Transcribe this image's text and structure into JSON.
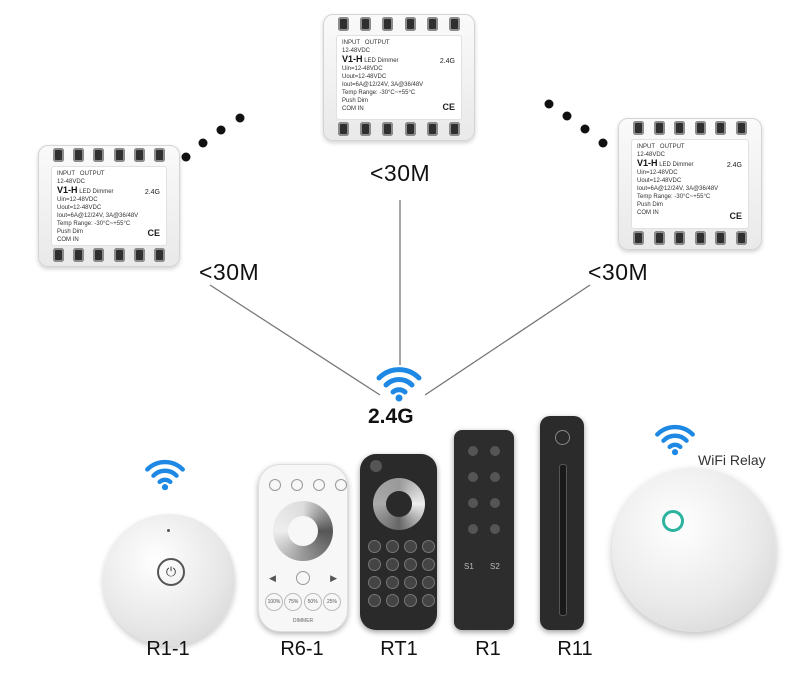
{
  "distance_label": "<30M",
  "frequency_label": "2.4G",
  "wifi_relay_label": "WiFi Relay",
  "dimmer": {
    "input_label": "INPUT",
    "input_voltage": "12-48VDC",
    "output_label": "OUTPUT",
    "model": "V1-H",
    "product": "LED Dimmer",
    "spec1": "Uin=12-48VDC",
    "spec2": "Uout=12-48VDC",
    "spec3": "Iout=6A@12/24V, 3A@36/48V",
    "spec4": "Temp Range: -30°C~+55°C",
    "push_dim": "Push Dim",
    "com": "COM",
    "in": "IN",
    "cert": "CE",
    "band": "2.4G"
  },
  "remotes": [
    {
      "name": "R1-1"
    },
    {
      "name": "R6-1"
    },
    {
      "name": "RT1"
    },
    {
      "name": "R1"
    },
    {
      "name": "R11"
    }
  ],
  "r6_buttons": [
    "100%",
    "75%",
    "50%",
    "25%"
  ],
  "r6_brand": "DIMMER",
  "r1_buttons": {
    "s1": "S1",
    "s2": "S2"
  },
  "colors": {
    "wifi_blue": "#1e88e5",
    "remote_dark": "#2a2a2a"
  }
}
